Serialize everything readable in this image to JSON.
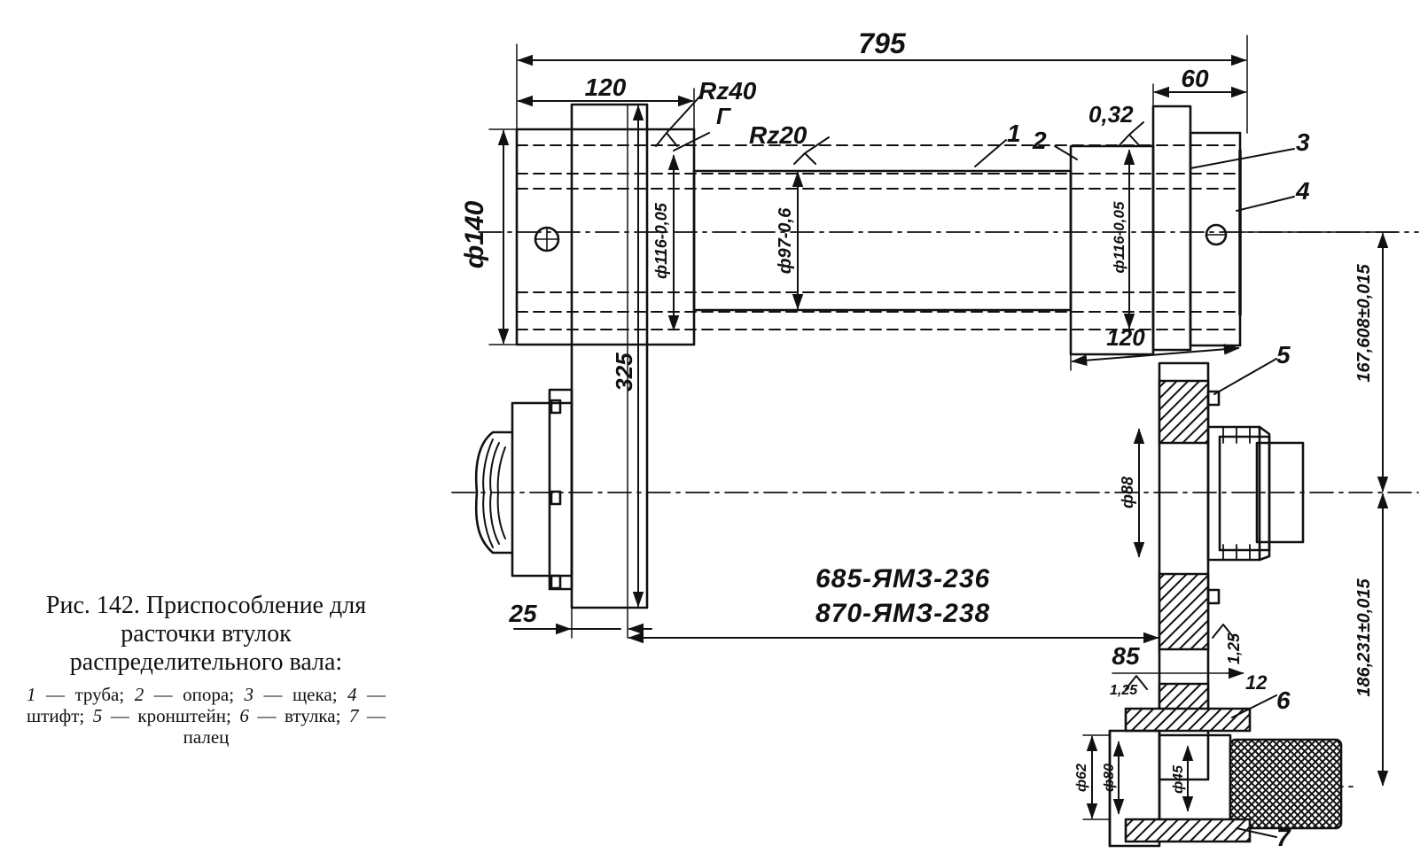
{
  "figure": {
    "caption_title": "Рис. 142. Приспособление для расточки втулок распределительного вала:",
    "legend": [
      {
        "num": "1",
        "text": "труба"
      },
      {
        "num": "2",
        "text": "опора"
      },
      {
        "num": "3",
        "text": "щека"
      },
      {
        "num": "4",
        "text": "штифт"
      },
      {
        "num": "5",
        "text": "кронштейн"
      },
      {
        "num": "6",
        "text": "втулка"
      },
      {
        "num": "7",
        "text": "палец"
      }
    ]
  },
  "dimensions": {
    "overall_length": "795",
    "left_support_width": "120",
    "right_cheek_width": "60",
    "right_support_width": "120",
    "left_diameter": "ф140",
    "support_bore_left": "ф116-0,05",
    "tube_diameter": "ф97-0,6",
    "support_bore_right": "ф116-0,05",
    "cheek_height": "325",
    "offset_left": "25",
    "bracket_offset": "85",
    "vertical_upper": "167,608±0,015",
    "vertical_lower": "186,231±0,015",
    "hub_diameter": "ф88",
    "pin_outer": "ф62",
    "pin_bore": "ф80",
    "pin_inner": "ф45",
    "dim_12": "12"
  },
  "surface_marks": {
    "rz40": "Rz40",
    "rz20": "Rz20",
    "r032": "0,32",
    "r125a": "1,25",
    "r125b": "1,25",
    "letter_g": "Г"
  },
  "part_callouts": [
    "1",
    "2",
    "3",
    "4",
    "5",
    "6",
    "7"
  ],
  "part_codes": [
    "685-ЯМЗ-236",
    "870-ЯМЗ-238"
  ]
}
